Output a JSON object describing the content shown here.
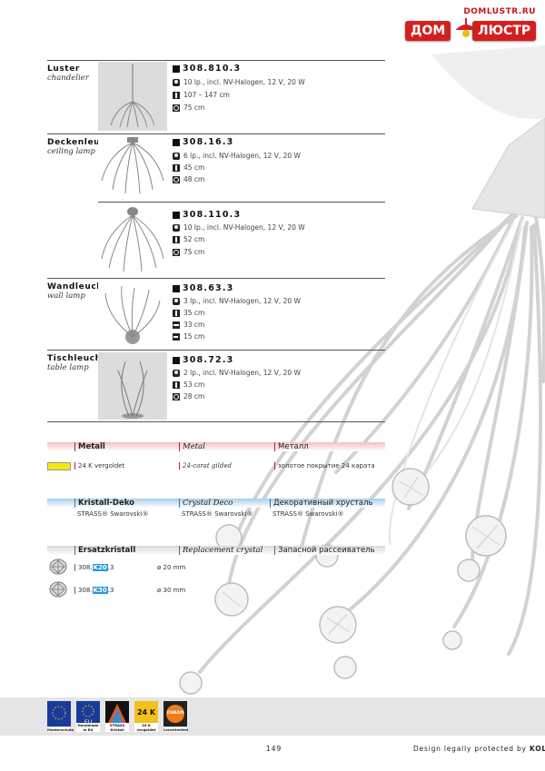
{
  "brand": {
    "site": "DOMLUSTR.RU",
    "word_left": "ДОМ",
    "word_right": "ЛЮСТР"
  },
  "products": [
    {
      "name": "Luster",
      "subtitle": "chandelier",
      "code": "308.810.3",
      "specs": [
        {
          "icon": "bulb-icon",
          "text": "10 lp., incl. NV-Halogen, 12 V, 20 W"
        },
        {
          "icon": "height-icon",
          "text": "107  –  147 cm"
        },
        {
          "icon": "diameter-icon",
          "text": "75 cm"
        }
      ]
    },
    {
      "name": "Deckenleuchte",
      "subtitle": "ceiling lamp",
      "code": "308.16.3",
      "specs": [
        {
          "icon": "bulb-icon",
          "text": "6 lp., incl. NV-Halogen, 12 V, 20 W"
        },
        {
          "icon": "height-icon",
          "text": "45 cm"
        },
        {
          "icon": "diameter-icon",
          "text": "48 cm"
        }
      ]
    },
    {
      "name": "",
      "subtitle": "",
      "code": "308.110.3",
      "specs": [
        {
          "icon": "bulb-icon",
          "text": "10 lp., incl. NV-Halogen, 12 V, 20 W"
        },
        {
          "icon": "height-icon",
          "text": "52 cm"
        },
        {
          "icon": "diameter-icon",
          "text": "75 cm"
        }
      ]
    },
    {
      "name": "Wandleuchte",
      "subtitle": "wall lamp",
      "code": "308.63.3",
      "specs": [
        {
          "icon": "bulb-icon",
          "text": "3 lp., incl. NV-Halogen, 12 V, 20 W"
        },
        {
          "icon": "height-icon",
          "text": "35 cm"
        },
        {
          "icon": "width-icon",
          "text": "33 cm"
        },
        {
          "icon": "depth-icon",
          "text": "15 cm"
        }
      ]
    },
    {
      "name": "Tischleuchte",
      "subtitle": "table lamp",
      "code": "308.72.3",
      "specs": [
        {
          "icon": "bulb-icon",
          "text": "2 lp., incl. NV-Halogen, 12 V, 20 W"
        },
        {
          "icon": "height-icon",
          "text": "53 cm"
        },
        {
          "icon": "diameter-icon",
          "text": "28 cm"
        }
      ]
    }
  ],
  "metal": {
    "header": [
      "Metall",
      "Metal",
      "Металл"
    ],
    "swatch_color": "#f6e612",
    "row": [
      "24 K vergoldet",
      "24-carat gilded",
      "золотое покрытие 24 карата"
    ]
  },
  "crystal": {
    "header": [
      "Kristall-Deko",
      "Crystal Deco",
      "Декоративный хрусталь"
    ],
    "row": [
      "STRASS® Swarovski®",
      "STRASS® Swarovski®",
      "STRASS® Swarovski®"
    ]
  },
  "replacement": {
    "header": [
      "Ersatzkristall",
      "Replacement crystal",
      "Запасной рассеиватель"
    ],
    "rows": [
      {
        "prefix": "308.",
        "code": "K20",
        "suffix": ".3",
        "size": "ø 20 mm"
      },
      {
        "prefix": "308.",
        "code": "K30",
        "suffix": ".3",
        "size": "ø 30 mm"
      }
    ]
  },
  "badges": [
    {
      "icon": "eu-flag-icon",
      "label": "Musterschutz"
    },
    {
      "icon": "eu-flag-icon",
      "label": "Handmade in EU"
    },
    {
      "icon": "strass-icon",
      "label": "STRASS Kristall"
    },
    {
      "icon": "gold-24k-icon",
      "label": "24 K vergoldet",
      "mark": "24 K"
    },
    {
      "icon": "osram-icon",
      "label": "Leuchtmittel",
      "mark": "OSRAM"
    }
  ],
  "page_number": "149",
  "credit": {
    "prefix": "Design legally protected by",
    "brand": "KOLARZ"
  },
  "colors": {
    "red_bar": "#f2c2bc",
    "blue_bar": "#a9cde9",
    "gray_bar": "#d8d8d8",
    "logo_red": "#d41f1f"
  }
}
